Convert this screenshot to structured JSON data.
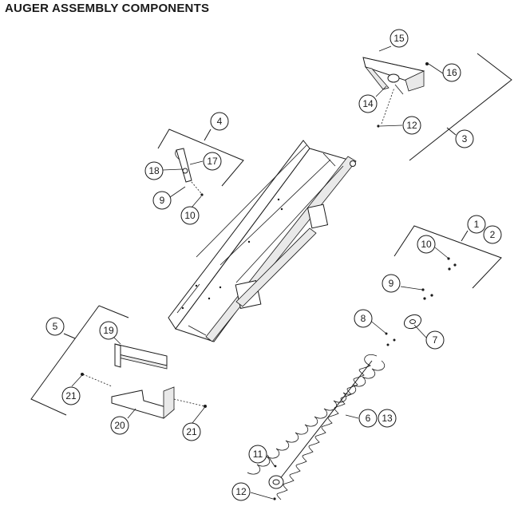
{
  "title": "AUGER ASSEMBLY COMPONENTS",
  "callouts": {
    "c1": "1",
    "c2": "2",
    "c3": "3",
    "c4": "4",
    "c5": "5",
    "c6": "6",
    "c7": "7",
    "c8": "8",
    "c9a": "9",
    "c9b": "9",
    "c10a": "10",
    "c10b": "10",
    "c11": "11",
    "c12a": "12",
    "c12b": "12",
    "c13": "13",
    "c14": "14",
    "c15": "15",
    "c16": "16",
    "c17": "17",
    "c18": "18",
    "c19": "19",
    "c20": "20",
    "c21a": "21",
    "c21b": "21"
  }
}
